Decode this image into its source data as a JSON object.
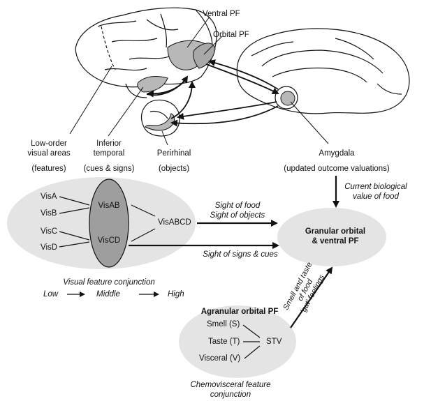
{
  "brain_labels": {
    "ventral_pf": "Ventral PF",
    "orbital_pf": "Orbital PF",
    "low_order_line1": "Low-order",
    "low_order_line2": "visual areas",
    "low_order_sub": "(features)",
    "inferior_line1": "Inferior",
    "inferior_line2": "temporal",
    "inferior_sub": "(cues & signs)",
    "perirhinal": "Perirhinal",
    "perirhinal_sub": "(objects)",
    "amygdala": "Amygdala",
    "amygdala_sub": "(updated outcome valuations)"
  },
  "visual": {
    "nodes": [
      "VisA",
      "VisB",
      "VisC",
      "VisD",
      "VisAB",
      "VisCD",
      "VisABCD"
    ],
    "caption": "Visual feature conjunction",
    "scale": [
      "Low",
      "Middle",
      "High"
    ]
  },
  "target": {
    "line1": "Granular orbital",
    "line2": "& ventral PF"
  },
  "arrows": {
    "food_line1": "Sight of food",
    "food_line2": "Sight of objects",
    "signs": "Sight of signs & cues",
    "bio_line1": "Current biological",
    "bio_line2": "value of food",
    "smell_line1": "Smell and taste",
    "smell_line2": "of food",
    "smell_line3": "'gut' feelings"
  },
  "chemo": {
    "title": "Agranular orbital PF",
    "smell": "Smell (S)",
    "taste": "Taste (T)",
    "visceral": "Visceral (V)",
    "stv": "STV",
    "caption_line1": "Chemovisceral feature",
    "caption_line2": "conjunction"
  },
  "colors": {
    "ellipse_fill": "#e4e4e4",
    "region_fill": "#b8b8b8",
    "vis_column_fill": "#9e9e9e",
    "stroke": "#111111"
  }
}
